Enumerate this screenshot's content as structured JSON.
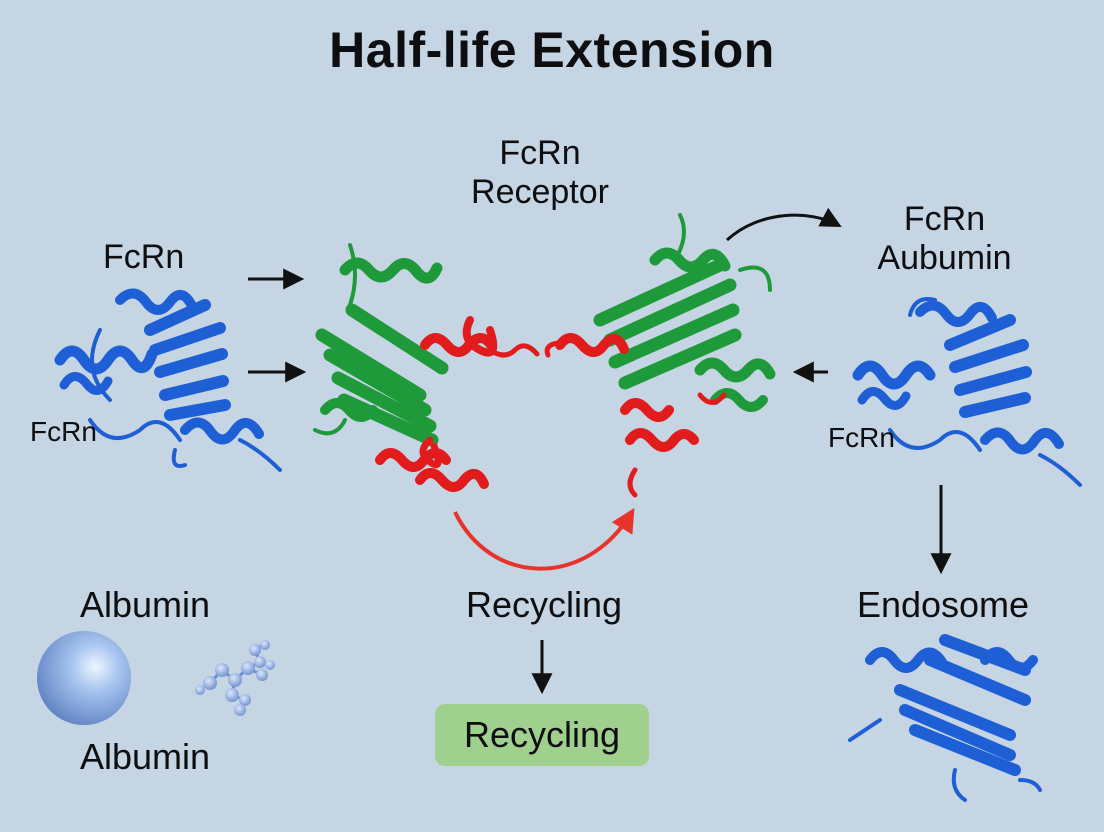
{
  "title": "Half-life Extension",
  "labels": {
    "receptor_line1": "FcRn",
    "receptor_line2": "Receptor",
    "left_top": "FcRn",
    "left_protein": "FcRn",
    "right_top_line1": "FcRn",
    "right_top_line2": "Aubumin",
    "right_protein": "FcRn",
    "albumin_top": "Albumin",
    "albumin_bottom": "Albumin",
    "recycling": "Recycling",
    "recycling_badge": "Recycling",
    "endosome": "Endosome"
  },
  "colors": {
    "background": "#c5d5e4",
    "fcrn_blue": "#1f5fd6",
    "receptor_green": "#1f9a3a",
    "albumin_red": "#e21c1c",
    "recycle_arrow": "#e8332a",
    "badge_green": "#9fd08e",
    "sphere": "#8fb0e6"
  },
  "icons": [
    "fcrn-protein-icon",
    "receptor-complex-icon",
    "albumin-sphere-icon",
    "albumin-molecule-icon",
    "endosome-protein-icon",
    "recycle-arrow-icon"
  ]
}
